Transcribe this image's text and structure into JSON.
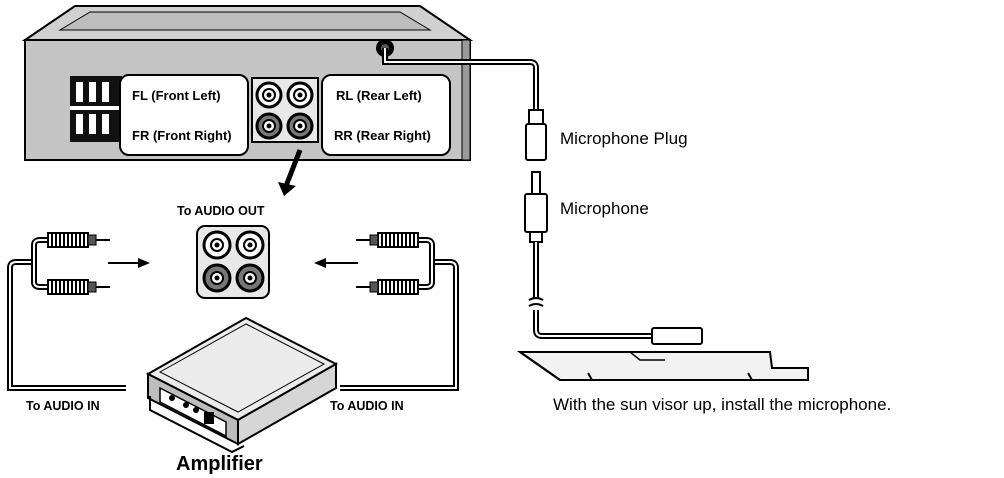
{
  "labels": {
    "fl": "FL (Front Left)",
    "fr": "FR (Front Right)",
    "rl": "RL (Rear Left)",
    "rr": "RR (Rear Right)",
    "audio_out": "To AUDIO OUT",
    "audio_in_left": "To AUDIO IN",
    "audio_in_right": "To AUDIO IN",
    "amplifier": "Amplifier",
    "mic_plug": "Microphone Plug",
    "microphone": "Microphone",
    "instruction": "With the sun visor up, install the microphone."
  }
}
